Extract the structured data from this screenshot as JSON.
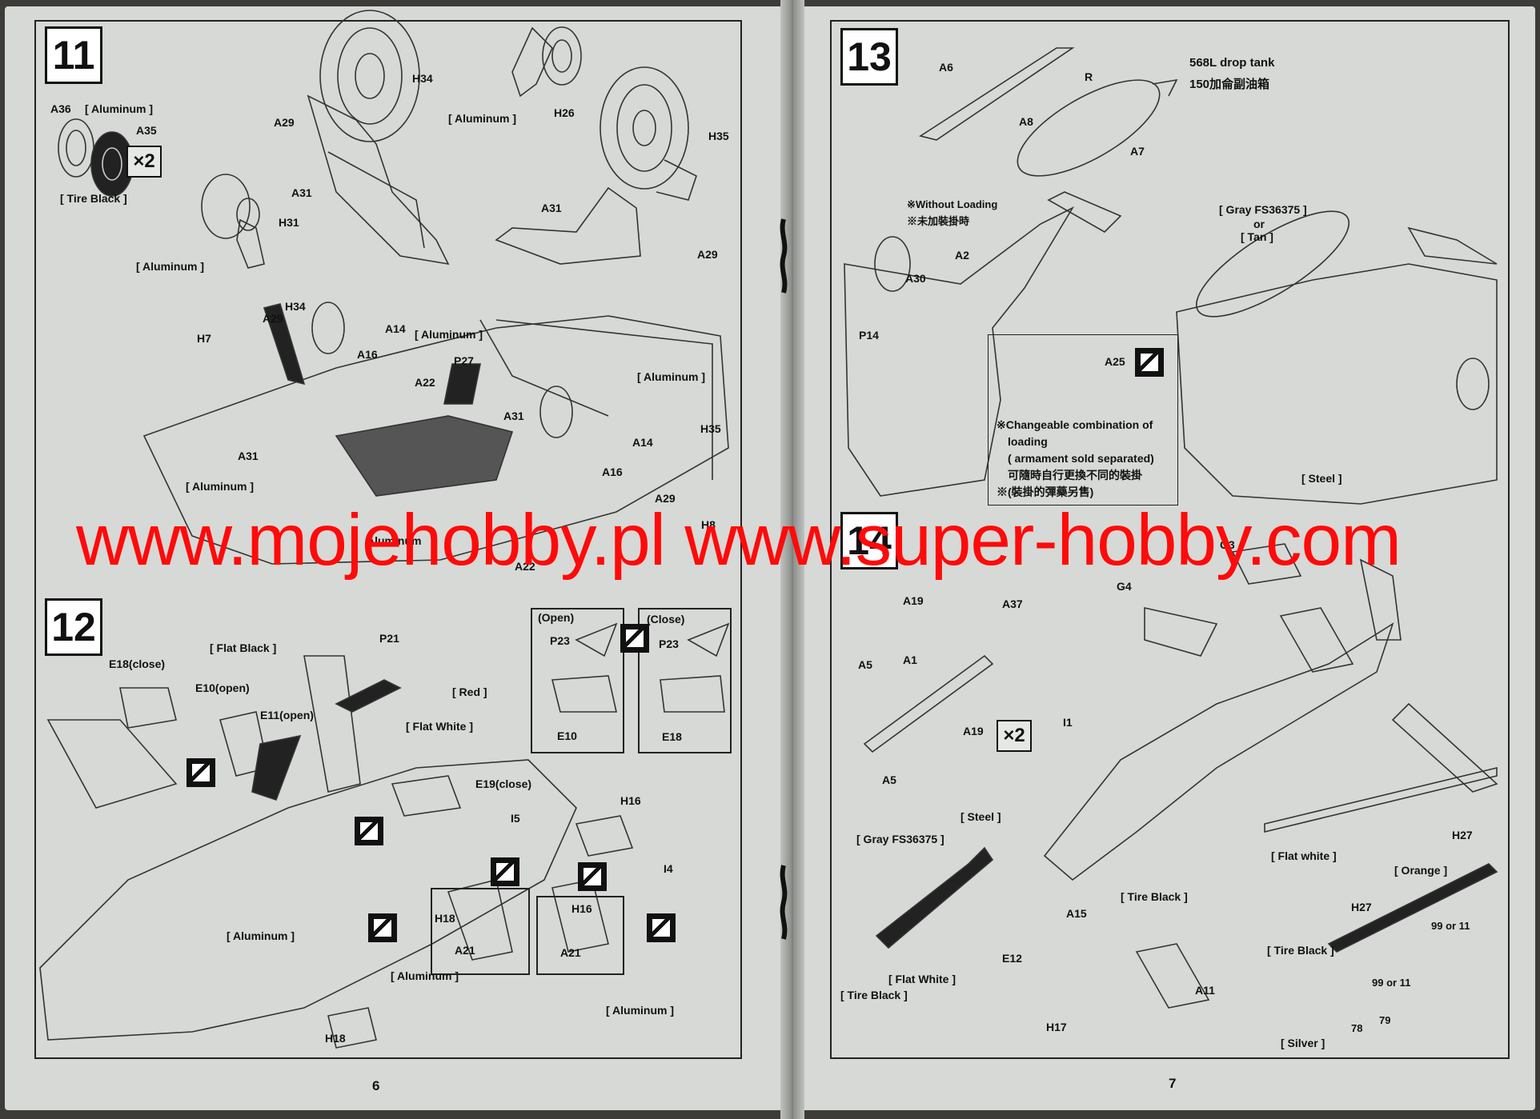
{
  "pages": {
    "left_number": "6",
    "right_number": "7"
  },
  "steps": {
    "s11": "11",
    "s12": "12",
    "s13": "13",
    "s14": "14"
  },
  "multipliers": {
    "x2": "×2"
  },
  "step11": {
    "labels": [
      "A36",
      "[ Aluminum ]",
      "A35",
      "[ Tire Black ]",
      "H34",
      "A29",
      "A31",
      "[ Aluminum ]",
      "H26",
      "H35",
      "A31",
      "A29",
      "H31",
      "[ Aluminum ]",
      "H7",
      "A29",
      "H34",
      "A16",
      "A14",
      "[ Aluminum ]",
      "A22",
      "P27",
      "[ Aluminum ]",
      "A31",
      "A14",
      "H35",
      "A16",
      "A31",
      "[ Aluminum ]",
      "A29",
      "Aluminum",
      "A22",
      "H8"
    ]
  },
  "step12": {
    "labels": [
      "[ Flat Black ]",
      "P21",
      "E18(close)",
      "E10(open)",
      "E11(open)",
      "[ Red ]",
      "[ Flat White ]",
      "E19(close)",
      "I5",
      "H16",
      "I4",
      "[ Aluminum ]",
      "H18",
      "H16",
      "A21",
      "A21",
      "[ Aluminum ]",
      "[ Aluminum ]",
      "H18"
    ],
    "open_box": {
      "title": "(Open)",
      "parts": [
        "P23",
        "E10"
      ]
    },
    "close_box": {
      "title": "(Close)",
      "parts": [
        "P23",
        "E18"
      ]
    }
  },
  "step13": {
    "tank_title_en": "568L drop tank",
    "tank_title_zh": "150加侖副油箱",
    "labels": [
      "A6",
      "R",
      "A8",
      "A7",
      "A2",
      "A30",
      "P14",
      "A25",
      "[ Steel ]"
    ],
    "without_loading_en": "※Without Loading",
    "without_loading_zh": "※未加裝掛時",
    "gray_label": "[ Gray FS36375 ]",
    "or_label": "or",
    "tan_label": "[ Tan ]",
    "note_lines": [
      "※Changeable combination of",
      "loading",
      "( armament sold separated)",
      "可隨時自行更換不同的裝掛",
      "※(裝掛的彈藥另售)"
    ]
  },
  "step14": {
    "labels": [
      "G3",
      "G4",
      "A19",
      "A37",
      "A5",
      "A1",
      "A19",
      "A5",
      "I1",
      "[ Steel ]",
      "[ Gray FS36375 ]",
      "[ Flat white ]",
      "[ Tire Black ]",
      "E12",
      "A15",
      "[ Flat White ]",
      "[ Tire Black ]",
      "A11",
      "H17",
      "H27",
      "[ Orange ]",
      "H27",
      "[ Tire Black ]",
      "99 or 11",
      "99 or 11",
      "78",
      "79",
      "[ Silver ]"
    ]
  },
  "watermark": "www.mojehobby.pl www.super-hobby.com"
}
